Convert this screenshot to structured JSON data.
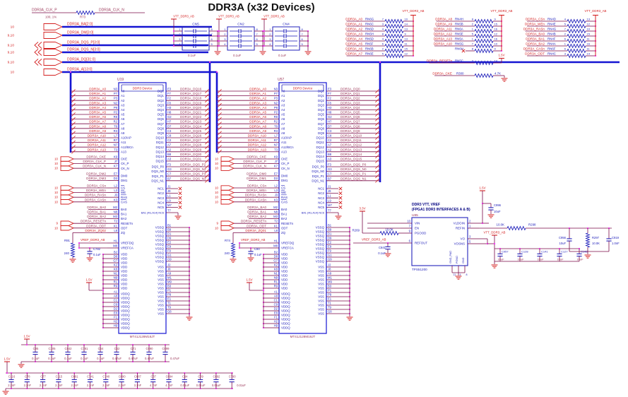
{
  "title": "DDR3A (x32 Devices)",
  "colors": {
    "red": "#d42020",
    "maroon": "#993355",
    "wire": "#7a0a48",
    "blue": "#2222bb",
    "bus": "#1414d2",
    "pink": "#ee33ee",
    "navy": "#000080"
  },
  "clock_link": {
    "net_p": "DDR3A_CLK_P",
    "net_n": "DDR3A_CLK_N",
    "value": "100, 1%",
    "ref": "R73"
  },
  "bus_entries": [
    {
      "ref": "10",
      "net": "DDR3A_BA[2:0]",
      "dir": "out"
    },
    {
      "ref": "9,10",
      "net": "DDR3A_DM[3:0]",
      "dir": "out"
    },
    {
      "ref": "9,10",
      "net": "DDR3A_DQS_P[3:0]",
      "dir": "bidir"
    },
    {
      "ref": "9,10",
      "net": "DDR3A_DQS_N[3:0]",
      "dir": "bidir"
    },
    {
      "ref": "9,10",
      "net": "DDR3A_DQ[31:0]",
      "dir": "bidir"
    },
    {
      "ref": "10",
      "net": "DDR3A_A[13:0]",
      "dir": "out"
    }
  ],
  "cap_networks": {
    "rail": "VTT_DDR3_AB",
    "value": "0.1uF",
    "refs": [
      "CN5",
      "CN2",
      "CN4"
    ],
    "pins_left": [
      "1",
      "2",
      "3",
      "4"
    ],
    "pins_right": [
      "8",
      "7",
      "6",
      "5"
    ]
  },
  "term_columns": [
    {
      "rail": "VTT_DDR3_AB",
      "rows": [
        {
          "net": "DDR3A_A0",
          "rn": "RN6G",
          "pl": "7",
          "pr": "10"
        },
        {
          "net": "DDR3A_A1",
          "rn": "RN6C",
          "pl": "3",
          "pr": "14"
        },
        {
          "net": "DDR3A_A2",
          "rn": "RN6D",
          "pl": "4",
          "pr": "13"
        },
        {
          "net": "DDR3A_A3",
          "rn": "RN5H",
          "pl": "8",
          "pr": "9"
        },
        {
          "net": "DDR3A_A4",
          "rn": "RN5D",
          "pl": "4",
          "pr": "13"
        },
        {
          "net": "DDR3A_A5",
          "rn": "RN5F",
          "pl": "6",
          "pr": "11"
        },
        {
          "net": "DDR3A_A6",
          "rn": "RN6B",
          "pl": "2",
          "pr": "15"
        },
        {
          "net": "DDR3A_A7",
          "rn": "RN6E",
          "pl": "5",
          "pr": "12"
        }
      ]
    },
    {
      "rail": "VTT_DDR3_AB",
      "rows": [
        {
          "net": "DDR3A_A8",
          "rn": "RN4H",
          "pl": "8",
          "pr": "9"
        },
        {
          "net": "DDR3A_A9",
          "rn": "RN5B",
          "pl": "2",
          "pr": "15"
        },
        {
          "net": "DDR3A_A11",
          "rn": "RN6A",
          "pl": "1",
          "pr": "16"
        },
        {
          "net": "DDR3A_A12",
          "rn": "RN5E",
          "pl": "5",
          "pr": "12"
        },
        {
          "net": "DDR3A_A13",
          "rn": "RN5A",
          "pl": "1",
          "pr": "16"
        },
        {
          "net": "DDR3A_A10",
          "rn": "RN5G",
          "pl": "7",
          "pr": "10"
        },
        {
          "net": null,
          "rn": "RN6H",
          "pl": "8",
          "pr": "9"
        }
      ]
    },
    {
      "rail": "VTT_DDR3_AB",
      "rows": [
        {
          "net": "DDR3A_CSn",
          "rn": "RN4D",
          "pl": "4",
          "pr": "13"
        },
        {
          "net": "DDR3A_WEn",
          "rn": "RN4E",
          "pl": "5",
          "pr": "12"
        },
        {
          "net": "DDR3A_RASn",
          "rn": "RN4G",
          "pl": "7",
          "pr": "10"
        },
        {
          "net": "DDR3A_BA0",
          "rn": "RN4B",
          "pl": "2",
          "pr": "15"
        },
        {
          "net": "DDR3A_BA1",
          "rn": "RN4F",
          "pl": "6",
          "pr": "11"
        },
        {
          "net": "DDR3A_BA2",
          "rn": "RN4A",
          "pl": "1",
          "pr": "16"
        },
        {
          "net": "DDR3A_CASn",
          "rn": "RN6F",
          "pl": "6",
          "pr": "11"
        },
        {
          "net": "DDR3A_ODT",
          "rn": "RN4C",
          "pl": "3",
          "pr": "14"
        }
      ]
    }
  ],
  "resetn_term": {
    "net": "DDR3A_RESETn",
    "rn": "RN5C",
    "pl": "3",
    "pr": "14",
    "rail": "1.5V"
  },
  "cke_pulldown": {
    "net": "DDR3A_CKE",
    "ref": "R300",
    "value": "4.7K"
  },
  "ics": [
    {
      "ref": "U19",
      "device": "DDR3 Device",
      "part": "MT41J128M16JT",
      "supply": "1.5V",
      "addr_pins": [
        [
          "N3",
          "A0",
          "DDR3A_A0"
        ],
        [
          "P7",
          "A1",
          "DDR3A_A1"
        ],
        [
          "P3",
          "A2",
          "DDR3A_A2"
        ],
        [
          "N2",
          "A3",
          "DDR3A_A3"
        ],
        [
          "P8",
          "A4",
          "DDR3A_A4"
        ],
        [
          "P2",
          "A5",
          "DDR3A_A5"
        ],
        [
          "R8",
          "A6",
          "DDR3A_A6"
        ],
        [
          "R2",
          "A7",
          "DDR3A_A7"
        ],
        [
          "T8",
          "A8",
          "DDR3A_A8"
        ],
        [
          "R3",
          "A9",
          "DDR3A_A9"
        ],
        [
          "L7",
          "A10/AP",
          "DDR3A_A10"
        ],
        [
          "R7",
          "A11",
          "DDR3A_A11"
        ],
        [
          "N7",
          "A12/BCn",
          "DDR3A_A12"
        ],
        [
          "T3",
          "A13",
          "DDR3A_A13"
        ]
      ],
      "ctrl_pins": [
        {
          "pin": "K9",
          "name": "CKE",
          "net": "DDR3A_CKE",
          "arrow": "10"
        },
        {
          "pin": "J7",
          "name": "CK_P",
          "net": "DDR3A_CLK_P",
          "arrow": "10"
        },
        {
          "pin": "K7",
          "name": "CK_N",
          "net": "DDR3A_CLK_N",
          "arrow": "10"
        }
      ],
      "dm_pins": [
        {
          "pin": "E7",
          "name": "DM0",
          "net": "DDR3A_DM2"
        },
        {
          "pin": "D3",
          "name": "DM1",
          "net": "DDR3A_DM3"
        }
      ],
      "cmd_pins": [
        {
          "pin": "L2",
          "name": "CS",
          "net": "DDR3A_CSn",
          "arrow": "10"
        },
        {
          "pin": "L3",
          "name": "WE",
          "net": "DDR3A_WEn",
          "arrow": "10"
        },
        {
          "pin": "J3",
          "name": "RAS",
          "net": "DDR3A_RASn",
          "arrow": "10"
        },
        {
          "pin": "K3",
          "name": "CAS",
          "net": "DDR3A_CASn",
          "arrow": "10"
        }
      ],
      "misc_pins": [
        {
          "pin": "M2",
          "name": "BA0",
          "net": "DDR3A_BA0"
        },
        {
          "pin": "N8",
          "name": "BA1",
          "net": "DDR3A_BA1"
        },
        {
          "pin": "M3",
          "name": "BA2",
          "net": "DDR3A_BA2"
        },
        {
          "pin": "T2",
          "name": "RESETn",
          "net": "DDR3A_RESETn",
          "arrow": "9"
        },
        {
          "pin": "K1",
          "name": "ODT",
          "net": "DDR3A_ODT",
          "arrow": "10"
        },
        {
          "pin": "L8",
          "name": "ZQ",
          "net": "DDR3A_ZQ02",
          "red": true
        }
      ],
      "vref_pins": [
        {
          "pin": "H1",
          "name": "VREFDQ"
        },
        {
          "pin": "M8",
          "name": "VREFCA"
        }
      ],
      "vref_label": "VREF_DDR3_AB",
      "zq_res": {
        "ref": "R91",
        "value": "240"
      },
      "vref_cap": {
        "ref": "C782",
        "value": "0.1uF"
      },
      "vdd_pins": [
        "B2",
        "D8",
        "G7",
        "K2",
        "K8",
        "N1",
        "N9",
        "R1",
        "R9"
      ],
      "vddq_pins": [
        "A1",
        "A8",
        "C1",
        "C9",
        "D2",
        "E8",
        "F1",
        "H2",
        "H9"
      ],
      "dq_pins": [
        [
          "E3",
          "DQ0",
          "DDR3A_DQ16"
        ],
        [
          "F7",
          "DQ1",
          "DDR3A_DQ17"
        ],
        [
          "F2",
          "DQ2",
          "DDR3A_DQ18"
        ],
        [
          "F8",
          "DQ3",
          "DDR3A_DQ19"
        ],
        [
          "H3",
          "DQ4",
          "DDR3A_DQ20"
        ],
        [
          "H8",
          "DQ5",
          "DDR3A_DQ21"
        ],
        [
          "G2",
          "DQ6",
          "DDR3A_DQ22"
        ],
        [
          "H7",
          "DQ7",
          "DDR3A_DQ23"
        ],
        [
          "D7",
          "DQ8",
          "DDR3A_DQ24"
        ],
        [
          "C3",
          "DQ9",
          "DDR3A_DQ25"
        ],
        [
          "C8",
          "DQ10",
          "DDR3A_DQ26"
        ],
        [
          "C2",
          "DQ11",
          "DDR3A_DQ27"
        ],
        [
          "A7",
          "DQ12",
          "DDR3A_DQ28"
        ],
        [
          "A2",
          "DQ13",
          "DDR3A_DQ29"
        ],
        [
          "B8",
          "DQ14",
          "DDR3A_DQ30"
        ],
        [
          "A3",
          "DQ15",
          "DDR3A_DQ31"
        ]
      ],
      "dqs_pins": [
        [
          "F3",
          "DQS_P0",
          "DDR3A_DQS_P2"
        ],
        [
          "G3",
          "DQS_N0",
          "DDR3A_DQS_N2"
        ],
        [
          "C7",
          "DQS_P1",
          "DDR3A_DQS_P3"
        ],
        [
          "B7",
          "DQS_N1",
          "DDR3A_DQS_N3"
        ]
      ],
      "nc_pins": [
        [
          "J1",
          "NC1"
        ],
        [
          "J9",
          "NC2"
        ],
        [
          "L1",
          "NC3"
        ],
        [
          "L9",
          "NC4"
        ],
        [
          "M7",
          "NC5"
        ]
      ],
      "nc6": {
        "pin": "T7",
        "name": "BA1 (4G,A14) NC6"
      },
      "vssq_pins": [
        "B1",
        "B9",
        "D1",
        "D9",
        "E2",
        "E9",
        "F9",
        "G1",
        "G9"
      ],
      "vss_pins": [
        "J2",
        "J8",
        "A9",
        "M1",
        "M9",
        "B3",
        "P1",
        "P9",
        "E1",
        "T1",
        "T9",
        "G8"
      ]
    },
    {
      "ref": "U57",
      "device": "DDR3 Device",
      "part": "MT41J128M16JT",
      "supply": "1.5V",
      "addr_pins": [
        [
          "N3",
          "A0",
          "DDR3A_A0"
        ],
        [
          "P7",
          "A1",
          "DDR3A_A1"
        ],
        [
          "P3",
          "A2",
          "DDR3A_A2"
        ],
        [
          "N2",
          "A3",
          "DDR3A_A3"
        ],
        [
          "P8",
          "A4",
          "DDR3A_A4"
        ],
        [
          "P2",
          "A5",
          "DDR3A_A5"
        ],
        [
          "R8",
          "A6",
          "DDR3A_A6"
        ],
        [
          "R2",
          "A7",
          "DDR3A_A7"
        ],
        [
          "T8",
          "A8",
          "DDR3A_A8"
        ],
        [
          "R3",
          "A9",
          "DDR3A_A9"
        ],
        [
          "L7",
          "A10/AP",
          "DDR3A_A10"
        ],
        [
          "R7",
          "A11",
          "DDR3A_A11"
        ],
        [
          "N7",
          "A12/BCn",
          "DDR3A_A12"
        ],
        [
          "T3",
          "A13",
          "DDR3A_A13"
        ]
      ],
      "ctrl_pins": [
        {
          "pin": "K9",
          "name": "CKE",
          "net": "DDR3A_CKE",
          "arrow": "10"
        },
        {
          "pin": "J7",
          "name": "CK_P",
          "net": "DDR3A_CLK_P",
          "arrow": "10"
        },
        {
          "pin": "K7",
          "name": "CK_N",
          "net": "DDR3A_CLK_N",
          "arrow": "10"
        }
      ],
      "dm_pins": [
        {
          "pin": "E7",
          "name": "DM0",
          "net": "DDR3A_DM0"
        },
        {
          "pin": "D3",
          "name": "DM1",
          "net": "DDR3A_DM1"
        }
      ],
      "cmd_pins": [
        {
          "pin": "L2",
          "name": "CS",
          "net": "DDR3A_CSn",
          "arrow": "10"
        },
        {
          "pin": "L3",
          "name": "WE",
          "net": "DDR3A_WEn",
          "arrow": "10"
        },
        {
          "pin": "J3",
          "name": "RAS",
          "net": "DDR3A_RASn",
          "arrow": "10"
        },
        {
          "pin": "K3",
          "name": "CAS",
          "net": "DDR3A_CASn",
          "arrow": "10"
        }
      ],
      "misc_pins": [
        {
          "pin": "M2",
          "name": "BA0",
          "net": "DDR3A_BA0"
        },
        {
          "pin": "N8",
          "name": "BA1",
          "net": "DDR3A_BA1"
        },
        {
          "pin": "M3",
          "name": "BA2",
          "net": "DDR3A_BA2"
        },
        {
          "pin": "T2",
          "name": "RESETn",
          "net": "DDR3A_RESETn",
          "arrow": "9"
        },
        {
          "pin": "K1",
          "name": "ODT",
          "net": "DDR3A_ODT",
          "arrow": "10"
        },
        {
          "pin": "L8",
          "name": "ZQ",
          "net": "DDR3A_ZQ01",
          "red": true
        }
      ],
      "vref_pins": [
        {
          "pin": "H1",
          "name": "VREFDQ"
        },
        {
          "pin": "M8",
          "name": "VREFCA"
        }
      ],
      "vref_label": "VREF_DDR3_AB",
      "zq_res": {
        "ref": "R74",
        "value": "240"
      },
      "vref_cap": {
        "ref": "C90",
        "value": "0.1uF"
      },
      "vdd_pins": [
        "B2",
        "D8",
        "G7",
        "K2",
        "K8",
        "N1",
        "N9",
        "R1",
        "R9"
      ],
      "vddq_pins": [
        "A1",
        "A8",
        "C1",
        "C9",
        "D2",
        "E8",
        "F1",
        "H2",
        "H9"
      ],
      "dq_pins": [
        [
          "E3",
          "DQ0",
          "DDR3A_DQ0"
        ],
        [
          "F7",
          "DQ1",
          "DDR3A_DQ1"
        ],
        [
          "F2",
          "DQ2",
          "DDR3A_DQ2"
        ],
        [
          "F8",
          "DQ3",
          "DDR3A_DQ3"
        ],
        [
          "H3",
          "DQ4",
          "DDR3A_DQ4"
        ],
        [
          "H8",
          "DQ5",
          "DDR3A_DQ5"
        ],
        [
          "G2",
          "DQ6",
          "DDR3A_DQ6"
        ],
        [
          "H7",
          "DQ7",
          "DDR3A_DQ7"
        ],
        [
          "D7",
          "DQ8",
          "DDR3A_DQ8"
        ],
        [
          "C3",
          "DQ9",
          "DDR3A_DQ9"
        ],
        [
          "C8",
          "DQ10",
          "DDR3A_DQ10"
        ],
        [
          "C2",
          "DQ11",
          "DDR3A_DQ11"
        ],
        [
          "A7",
          "DQ12",
          "DDR3A_DQ12"
        ],
        [
          "A2",
          "DQ13",
          "DDR3A_DQ13"
        ],
        [
          "B8",
          "DQ14",
          "DDR3A_DQ14"
        ],
        [
          "A3",
          "DQ15",
          "DDR3A_DQ15"
        ]
      ],
      "dqs_pins": [
        [
          "F3",
          "DQS_P0",
          "DDR3A_DQS_P0"
        ],
        [
          "G3",
          "DQS_N0",
          "DDR3A_DQS_N0"
        ],
        [
          "C7",
          "DQS_P1",
          "DDR3A_DQS_P1"
        ],
        [
          "B7",
          "DQS_N1",
          "DDR3A_DQS_N1"
        ]
      ],
      "nc_pins": [
        [
          "J1",
          "NC1"
        ],
        [
          "J9",
          "NC2"
        ],
        [
          "L1",
          "NC3"
        ],
        [
          "L9",
          "NC4"
        ],
        [
          "M7",
          "NC5"
        ]
      ],
      "nc6": {
        "pin": "T7",
        "name": "BA1 (4G,A14) NC6"
      },
      "vssq_pins": [
        "B1",
        "B9",
        "D1",
        "D9",
        "E2",
        "E9",
        "F9",
        "G1",
        "G9"
      ],
      "vss_pins": [
        "J2",
        "J8",
        "A9",
        "M1",
        "M9",
        "B3",
        "P1",
        "P9",
        "E1",
        "T1",
        "T9",
        "G8"
      ]
    }
  ],
  "vtt_regulator": {
    "ref": "U85",
    "part": "TPS51200",
    "title1": "DDR3 VTT, VREF",
    "title2": "(FPGA1 DDR3 INTERFACES A & B)",
    "left_pins": [
      {
        "pin": "10",
        "name": "VIN"
      },
      {
        "pin": "7",
        "name": "EN"
      },
      {
        "pin": "9",
        "name": "PGOOD"
      },
      {
        "pin": "6",
        "name": "REFOUT"
      }
    ],
    "right_pins": [
      {
        "pin": "2",
        "name": "VLDOIN"
      },
      {
        "pin": "1",
        "name": "REFIN"
      },
      {
        "pin": "3",
        "name": "VO"
      },
      {
        "pin": "5",
        "name": "VOSNS"
      }
    ],
    "bottom_pins": [
      {
        "pin": "11",
        "name": "GND_PAD"
      },
      {
        "pin": "4",
        "name": "PGND"
      },
      {
        "pin": "8",
        "name": "GND"
      }
    ],
    "en_pullup": {
      "ref": "R269",
      "value": "10.0K",
      "rail": "3.3V"
    },
    "vldoin_rail": "1.5V",
    "vldoin_cap": {
      "ref": "C996",
      "value": "10uF"
    },
    "refin_res": {
      "ref": "R298",
      "value": "10.0K"
    },
    "refin_filter": [
      {
        "ref": "C956",
        "value": "10uF",
        "type": "cap"
      },
      {
        "ref": "R297",
        "value": "10.0K",
        "type": "res"
      },
      {
        "ref": "C919",
        "value": "1.0nF",
        "type": "cap"
      }
    ],
    "vref_label": "VREF_DDR3_AB",
    "refout_cap": {
      "ref": "C841",
      "value": "0.1uF"
    },
    "vtt_rail": "VTT_DDR3_AB",
    "vtt_caps": [
      [
        "C957",
        "10uF"
      ],
      [
        "C128",
        "10uF"
      ],
      [
        "C141",
        "10uF"
      ],
      [
        "C127",
        "10uF"
      ],
      [
        "C142",
        "10uF"
      ]
    ]
  },
  "decoupling_banks": [
    {
      "rail": "1.5V",
      "caps": [
        [
          "C95",
          "0.1uF"
        ],
        [
          "C105",
          "0.1uF"
        ],
        [
          "C842",
          "0.1uF"
        ],
        [
          "C781",
          "0.1uF"
        ],
        [
          "C64",
          "0.1uF"
        ],
        [
          "C62",
          "0.47uF"
        ],
        [
          "C71",
          "0.47uF"
        ],
        [
          "C690",
          "0.47uF"
        ],
        [
          "C699",
          "0.47uF"
        ]
      ]
    },
    {
      "rail": "1.5V",
      "caps": [
        [
          "C116",
          "2.2nF"
        ],
        [
          "C78",
          "2.2nF"
        ],
        [
          "C77",
          "2.2nF"
        ],
        [
          "C115",
          "2.2nF"
        ],
        [
          "C891",
          "2.2nF"
        ],
        [
          "C741",
          "2.2nF"
        ],
        [
          "C740",
          "2.2nF"
        ],
        [
          "C890",
          "2.2nF"
        ],
        [
          "C887",
          "3.3nF"
        ],
        [
          "C87",
          "4.7nF"
        ],
        [
          "C894",
          "4.7nF"
        ],
        [
          "C94",
          "0.01uF"
        ],
        [
          "C89",
          "0.01uF"
        ],
        [
          "C892",
          "0.01uF"
        ],
        [
          "C790",
          "0.01uF"
        ]
      ]
    }
  ]
}
